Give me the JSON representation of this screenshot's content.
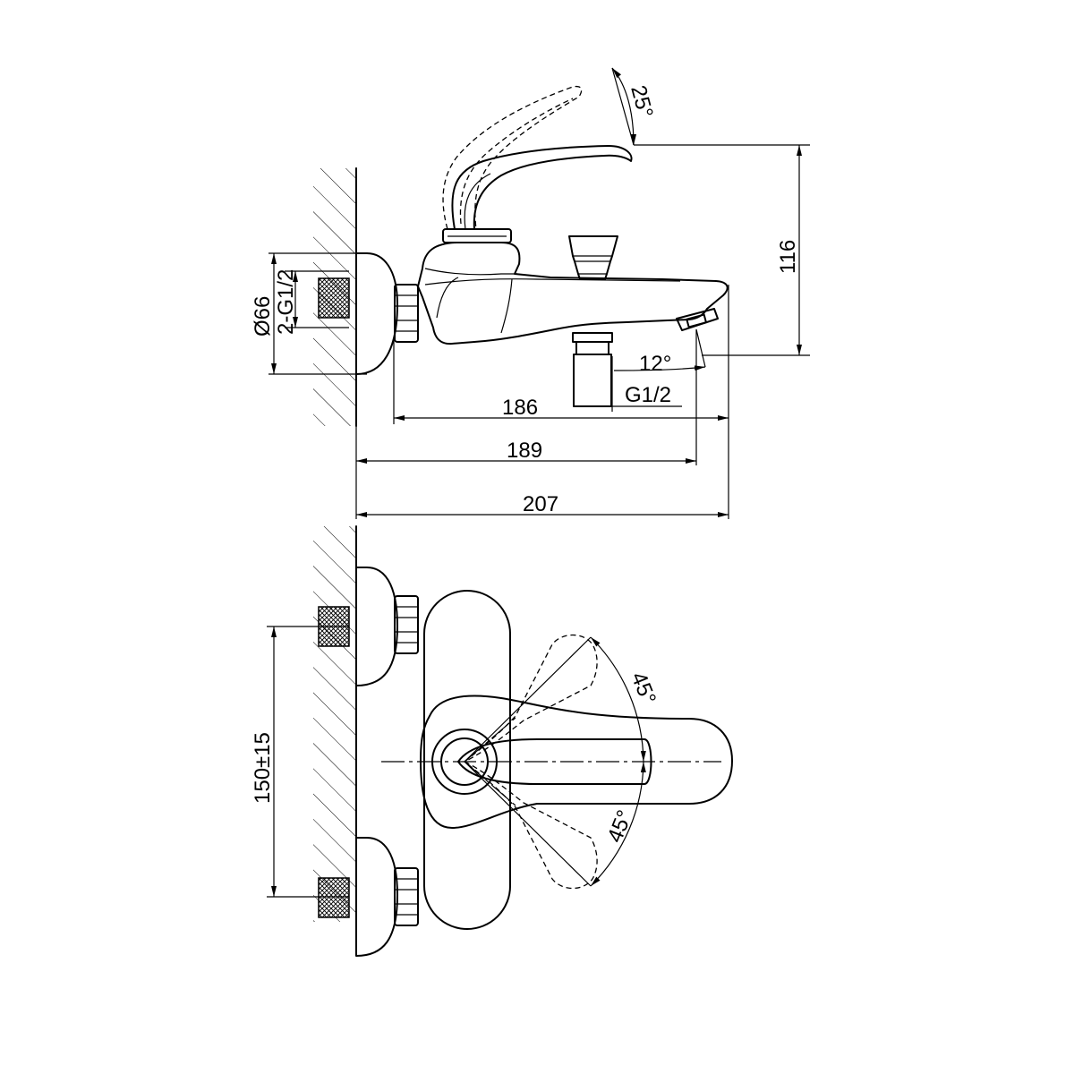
{
  "drawing": {
    "side_view": {
      "spout_angle": "25°",
      "height": "116",
      "wall_thread": "2-G1/2",
      "flange_diameter": "Ø66",
      "diverter_angle": "12°",
      "outlet_thread": "G1/2",
      "length_a": "186",
      "length_b": "189",
      "length_c": "207"
    },
    "top_view": {
      "inlet_spacing": "150±15",
      "handle_angle_upper": "45°",
      "handle_angle_lower": "45°"
    }
  }
}
